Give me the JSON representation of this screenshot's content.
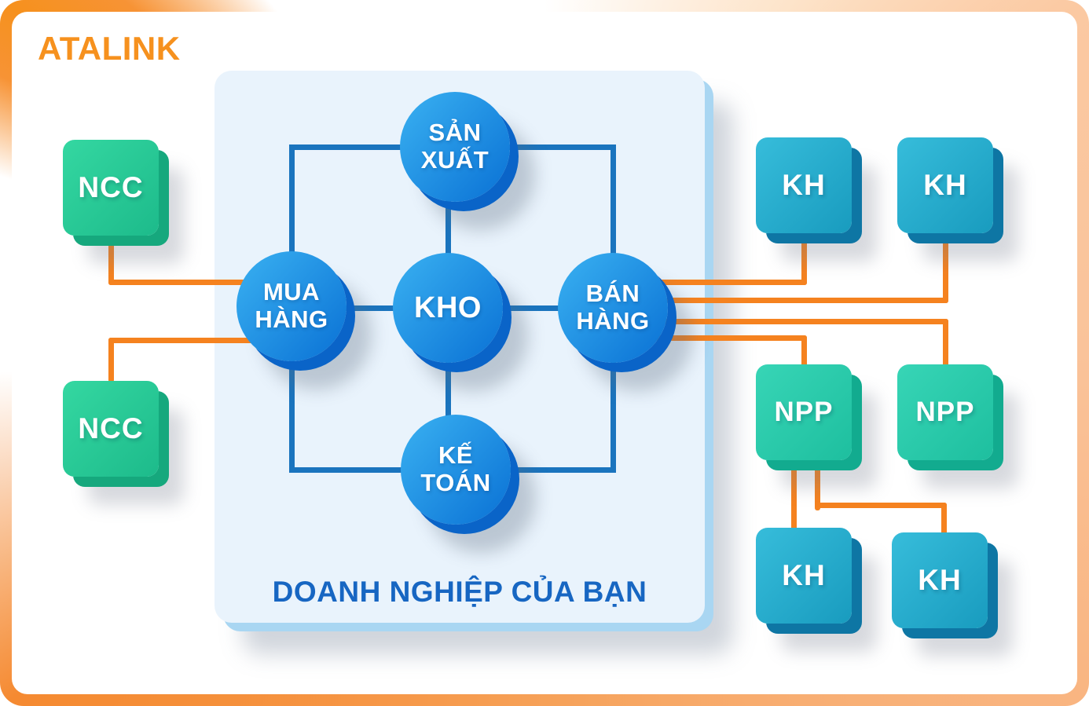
{
  "brand": {
    "name": "ATALINK",
    "color": "#f6911e"
  },
  "enterprise": {
    "label": "DOANH NGHIỆP CỦA BẠN",
    "label_color": "#1766c2",
    "panel_bg": "#e9f3fc",
    "panel_edge": "#a9d6f2",
    "departments": [
      {
        "id": "san-xuat",
        "lines": [
          "SẢN",
          "XUẤT"
        ]
      },
      {
        "id": "mua-hang",
        "lines": [
          "MUA",
          "HÀNG"
        ]
      },
      {
        "id": "kho",
        "lines": [
          "KHO"
        ]
      },
      {
        "id": "ban-hang",
        "lines": [
          "BÁN",
          "HÀNG"
        ]
      },
      {
        "id": "ke-toan",
        "lines": [
          "KẾ",
          "TOÁN"
        ]
      }
    ]
  },
  "partners": {
    "suppliers": [
      {
        "label": "NCC"
      },
      {
        "label": "NCC"
      }
    ],
    "customers_top": [
      {
        "label": "KH"
      },
      {
        "label": "KH"
      }
    ],
    "distributors": [
      {
        "label": "NPP"
      },
      {
        "label": "NPP"
      }
    ],
    "customers_bottom": [
      {
        "label": "KH"
      },
      {
        "label": "KH"
      }
    ]
  },
  "colors": {
    "brand_orange": "#f6911e",
    "connector_orange": "#f5821f",
    "connector_blue": "#1a74be",
    "department_blue": "#1b8ce0",
    "department_blue_dark": "#0a64c8",
    "supplier_green": "#28c996",
    "supplier_green_dark": "#16a87d",
    "customer_cyan": "#27acce",
    "customer_cyan_dark": "#0e76a4",
    "distributor_teal": "#2acaab",
    "distributor_teal_dark": "#12ab8f",
    "frame_border_orange": "#f6a158",
    "frame_border_peach": "#fac39a"
  }
}
